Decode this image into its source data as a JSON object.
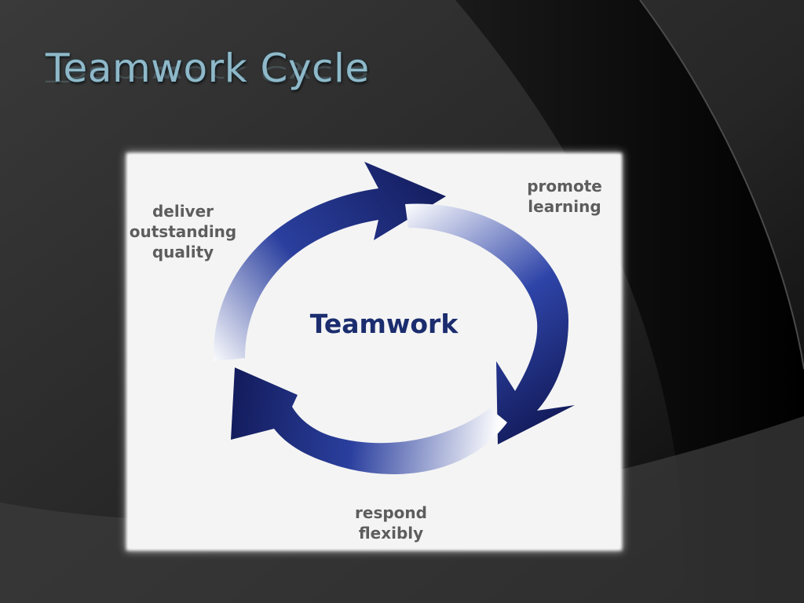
{
  "slide": {
    "title": "Teamwork Cycle"
  },
  "diagram": {
    "center_label": "Teamwork",
    "steps": [
      {
        "lines": [
          "deliver",
          "outstanding",
          "quality"
        ]
      },
      {
        "lines": [
          "promote",
          "learning"
        ]
      },
      {
        "lines": [
          "respond",
          "flexibly"
        ]
      }
    ]
  },
  "colors": {
    "arrow_dark": "#141d5e",
    "arrow_mid": "#2a3f9e",
    "arrow_light": "#ffffff",
    "title": "#8fb9c9",
    "label": "#5d5d5d",
    "center": "#1b2d6e"
  }
}
